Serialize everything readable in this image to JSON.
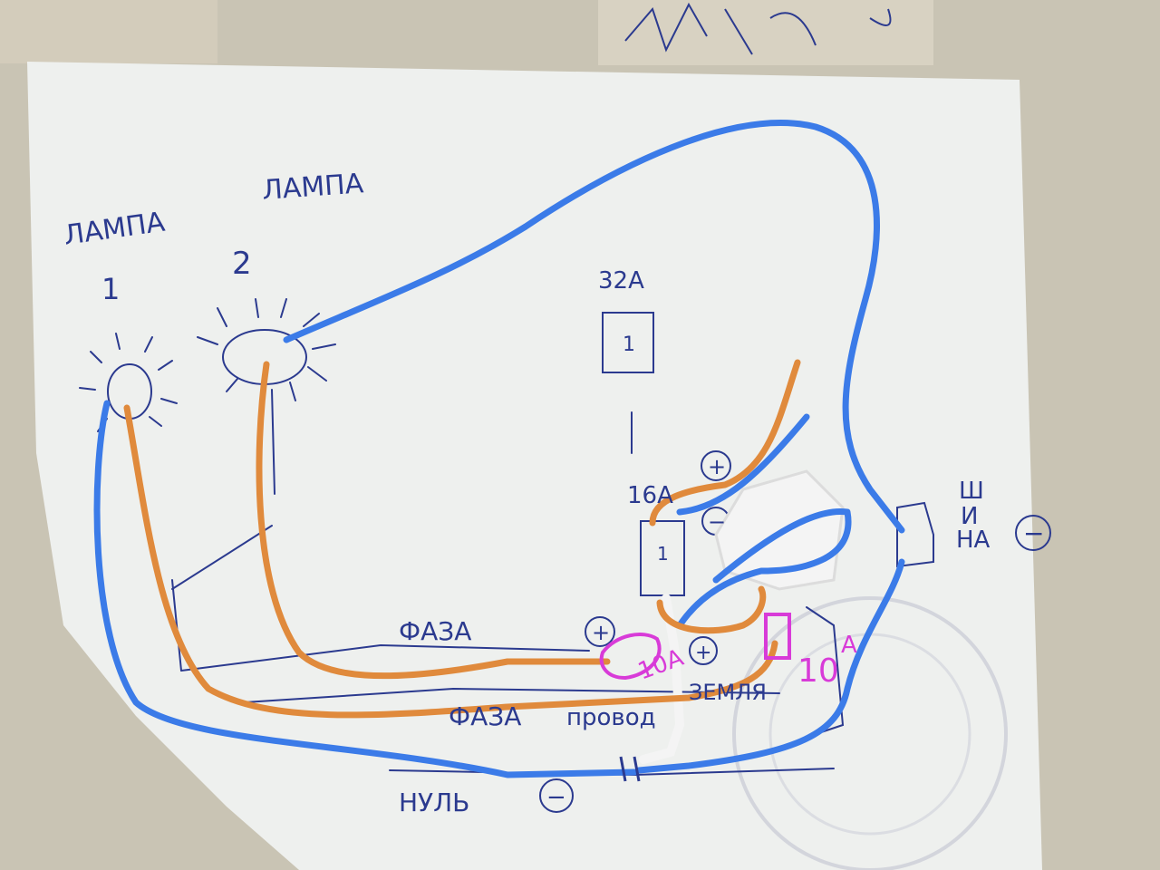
{
  "labels": {
    "lamp1_word": "ЛАМПА",
    "lamp1_num": "1",
    "lamp2_word": "ЛАМПА",
    "lamp2_num": "2",
    "breaker_main": "32А",
    "breaker_main_mark": "1",
    "breaker_16": "16А",
    "breaker_16_mark": "1",
    "plus_top": "+",
    "minus_mid": "−",
    "plus_bottom_left": "+",
    "plus_bottom_mid": "+",
    "busbar_1": "Ш",
    "busbar_2": "И",
    "busbar_3": "НА",
    "busbar_minus": "−",
    "phase_upper": "ФАЗА",
    "phase_lower": "ФАЗА",
    "wire_word": "провод",
    "ground_word": "ЗЕМЛЯ",
    "neutral": "НУЛЬ",
    "neutral_minus": "−",
    "pink_left": "10А",
    "pink_right": "10",
    "pink_right_sup": "А"
  },
  "colors": {
    "paper": "#eef0ee",
    "ink": "#2b3a8f",
    "wire_blue": "#3b7be8",
    "wire_orange": "#e08a3c",
    "pink_marker": "#d83bd8",
    "white_marker": "#f4f4f4"
  }
}
